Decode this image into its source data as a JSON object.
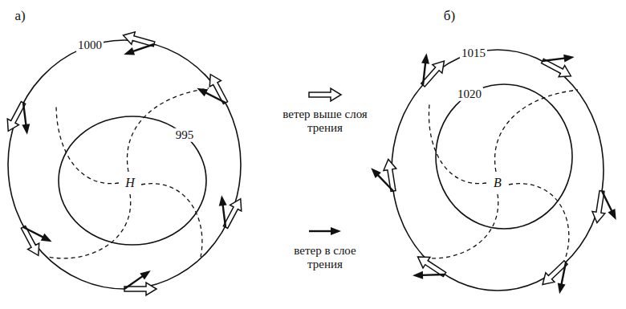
{
  "diagram": {
    "labels": [
      "а)",
      "1000",
      "995",
      "Н",
      "б)",
      "1015",
      "1020",
      "В"
    ],
    "legend": [
      {
        "text": "ветер выше слоя трения"
      },
      {
        "text": "ветер в слое трения"
      }
    ]
  }
}
